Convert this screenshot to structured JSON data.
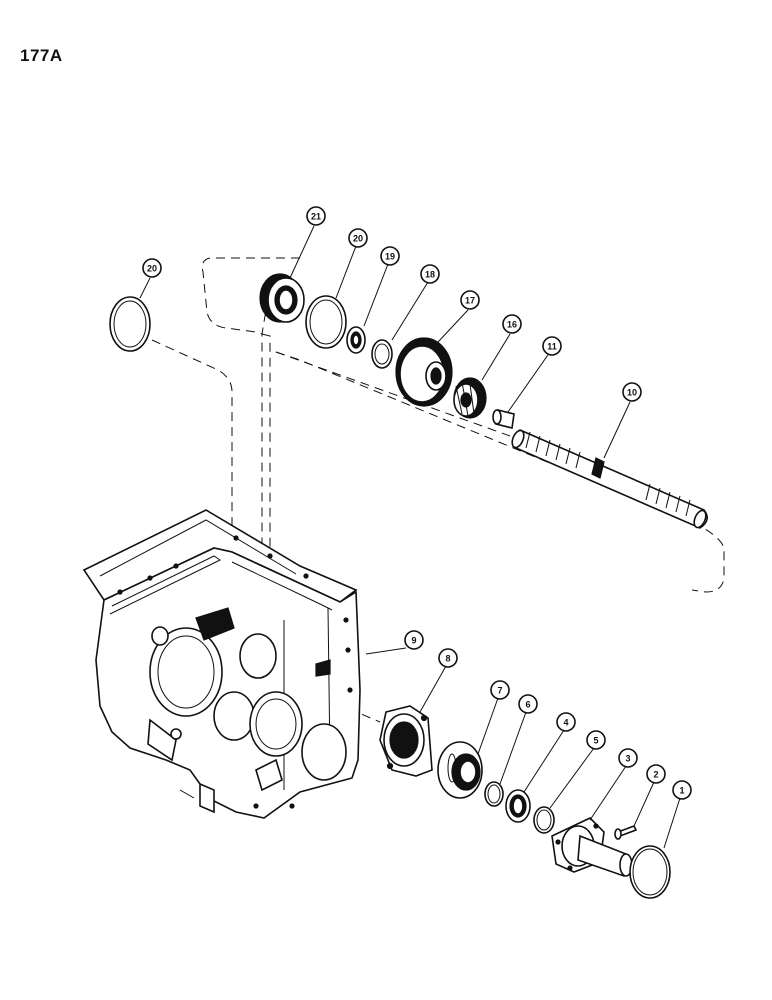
{
  "page": {
    "number": "177A"
  },
  "callouts": [
    {
      "id": "c21",
      "label": "21"
    },
    {
      "id": "c20a",
      "label": "20"
    },
    {
      "id": "c20b",
      "label": "20"
    },
    {
      "id": "c19",
      "label": "19"
    },
    {
      "id": "c18",
      "label": "18"
    },
    {
      "id": "c17",
      "label": "17"
    },
    {
      "id": "c16",
      "label": "16"
    },
    {
      "id": "c11",
      "label": "11"
    },
    {
      "id": "c10",
      "label": "10"
    },
    {
      "id": "c9",
      "label": "9"
    },
    {
      "id": "c8",
      "label": "8"
    },
    {
      "id": "c7",
      "label": "7"
    },
    {
      "id": "c6",
      "label": "6"
    },
    {
      "id": "c4",
      "label": "4"
    },
    {
      "id": "c5",
      "label": "5"
    },
    {
      "id": "c3",
      "label": "3"
    },
    {
      "id": "c2",
      "label": "2"
    },
    {
      "id": "c1",
      "label": "1"
    }
  ]
}
